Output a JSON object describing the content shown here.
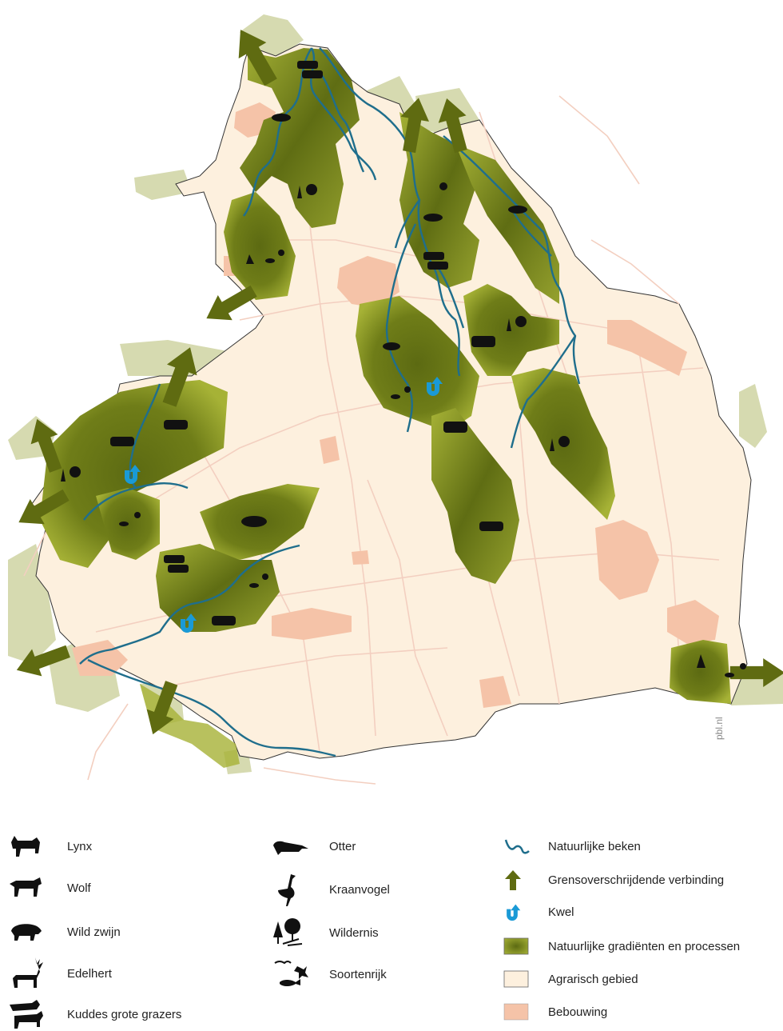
{
  "credit": "pbl.nl",
  "colors": {
    "agrarisch": "#fdf0de",
    "bebouwing": "#f5c3a8",
    "natuur_dark": "#5c6a12",
    "natuur_light": "#a6b236",
    "neighbour": "#d6dab0",
    "beek": "#1f6e8c",
    "kwel": "#1a9ad6",
    "arrow": "#5f6b11",
    "road": "#f3cfc0"
  },
  "legend": {
    "col1": [
      {
        "icon": "lynx-icon",
        "label": "Lynx"
      },
      {
        "icon": "wolf-icon",
        "label": "Wolf"
      },
      {
        "icon": "wild-boar-icon",
        "label": "Wild zwijn"
      },
      {
        "icon": "red-deer-icon",
        "label": "Edelhert"
      },
      {
        "icon": "grazers-herd-icon",
        "label": "Kuddes grote grazers"
      }
    ],
    "col2": [
      {
        "icon": "otter-icon",
        "label": "Otter"
      },
      {
        "icon": "crane-icon",
        "label": "Kraanvogel"
      },
      {
        "icon": "wilderness-icon",
        "label": "Wildernis"
      },
      {
        "icon": "species-rich-icon",
        "label": "Soortenrijk"
      }
    ],
    "col3": [
      {
        "icon": "stream-icon",
        "label": "Natuurlijke beken"
      },
      {
        "icon": "border-arrow-icon",
        "label": "Grensoverschrijdende verbinding"
      },
      {
        "icon": "kwel-icon",
        "label": "Kwel"
      },
      {
        "icon": "nature-gradient-swatch",
        "label": "Natuurlijke gradiënten en processen"
      },
      {
        "icon": "agricultural-swatch",
        "label": "Agrarisch gebied"
      },
      {
        "icon": "built-up-swatch",
        "label": "Bebouwing"
      }
    ]
  }
}
